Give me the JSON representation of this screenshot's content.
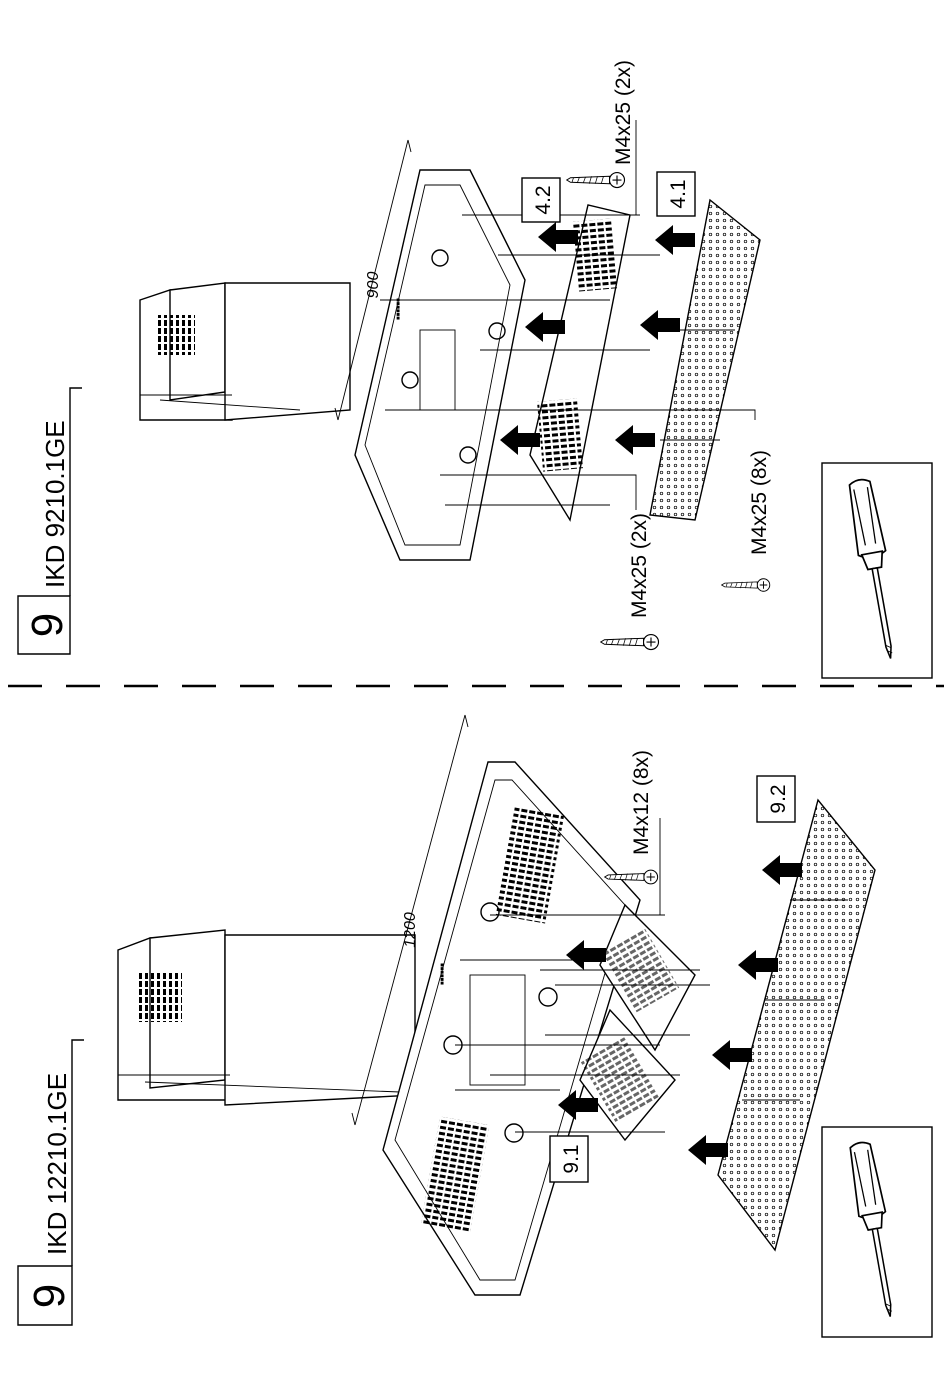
{
  "step_number": "9",
  "divider_style": "dashed",
  "panel_top": {
    "model": "IKD 9210.1GE",
    "width_dimension": "900",
    "parts": [
      "4.1",
      "4.2"
    ],
    "screws": [
      {
        "label": "M4x25 (2x)"
      },
      {
        "label": "M4x25 (2x)"
      },
      {
        "label": "M4x25 (8x)"
      }
    ],
    "tool": "screwdriver-icon"
  },
  "panel_bottom": {
    "model": "IKD 12210.1GE",
    "width_dimension": "1200",
    "parts": [
      "9.1",
      "9.2"
    ],
    "screws": [
      {
        "label": "M4x12 (8x)"
      }
    ],
    "tool": "screwdriver-icon"
  }
}
